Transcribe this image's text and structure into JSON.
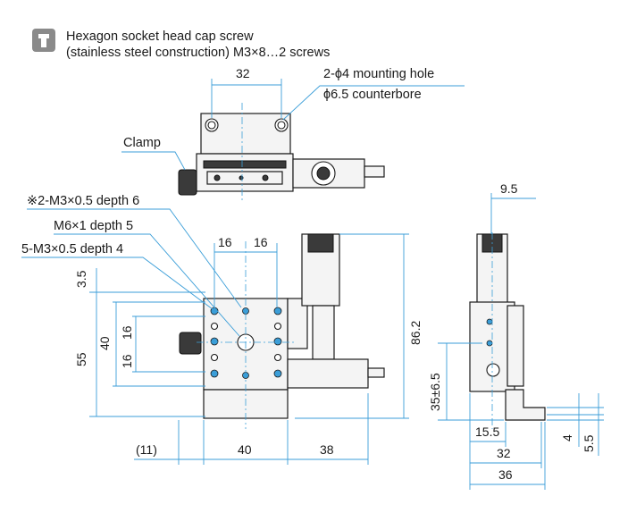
{
  "legend": {
    "icon": "screw-head-icon",
    "line1": "Hexagon socket head cap screw",
    "line2": "(stainless steel construction) M3×8…2 screws"
  },
  "notes": {
    "mount1": "2-ϕ4 mounting hole",
    "mount2": "ϕ6.5 counterbore",
    "clamp": "Clamp",
    "tap1": "※2-M3×0.5 depth 6",
    "tap2": "M6×1 depth 5",
    "tap3": "5-M3×0.5 depth 4"
  },
  "dims": {
    "top_width": "32",
    "side_top": "9.5",
    "h16a": "16",
    "h16b": "16",
    "v35": "3.5",
    "v55": "55",
    "v40": "40",
    "v16a": "16",
    "v16b": "16",
    "v862": "86.2",
    "v356": "35±6.5",
    "b11": "(11)",
    "b40": "40",
    "b38": "38",
    "s155": "15.5",
    "s32": "32",
    "s36": "36",
    "s4": "4",
    "s55": "5.5"
  },
  "colors": {
    "dimension": "#3b9ed8",
    "outline": "#1a1a1a"
  }
}
